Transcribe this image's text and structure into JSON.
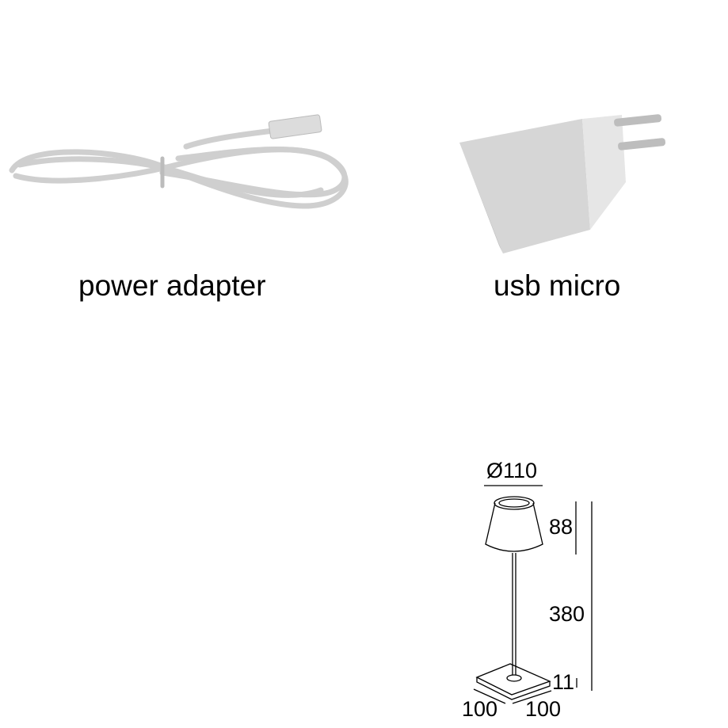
{
  "products": [
    {
      "label": "power adapter",
      "image": "usb-cable"
    },
    {
      "label": "usb micro",
      "image": "wall-charger"
    }
  ],
  "drawing": {
    "diameter": "Ø110",
    "shade_height": "88",
    "total_height": "380",
    "base_height": "11",
    "base_depth": "100",
    "base_width": "100"
  },
  "colors": {
    "line": "#000000",
    "product_gray": "#d8d8d8"
  }
}
